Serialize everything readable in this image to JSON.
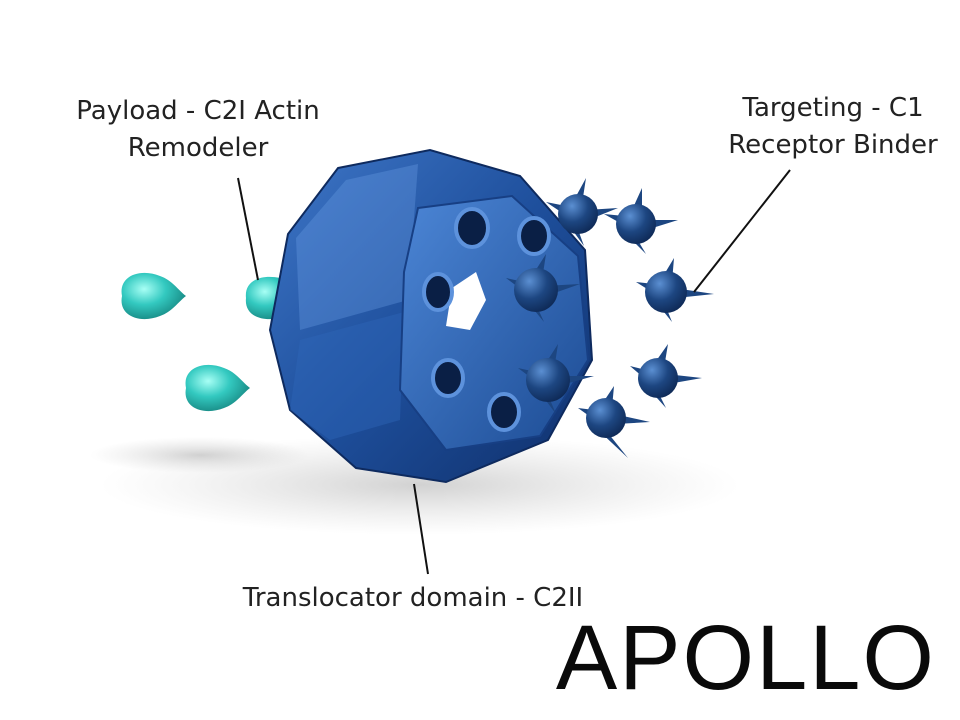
{
  "labels": {
    "payload": {
      "line1": "Payload - C2I Actin",
      "line2": "Remodeler"
    },
    "targeting": {
      "line1": "Targeting - C1",
      "line2": "Receptor Binder"
    },
    "translocator": "Translocator domain - C2II"
  },
  "title": "APOLLO",
  "colors": {
    "translocator_body": "#1e4f9c",
    "receptor_binder": "#1d4681",
    "payload": "#33c9c0",
    "text": "#222222"
  },
  "icons": {
    "payload_particle": "teardrop",
    "receptor_binder": "spiked-sphere",
    "translocator": "heptagonal-pore"
  }
}
